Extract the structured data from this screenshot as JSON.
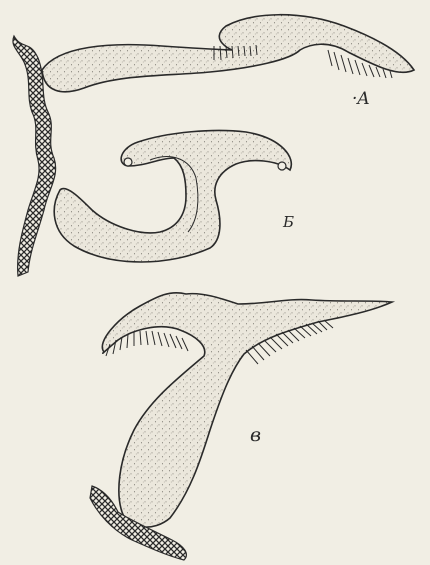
{
  "figure": {
    "labels": {
      "a": "·A",
      "b": "Б",
      "v": "в"
    },
    "colors": {
      "paper": "#f1eee4",
      "ink": "#2a2a2a",
      "shape_fill": "#ebe7dc",
      "stipple": "#6d6a63"
    },
    "panels": [
      "A",
      "Б",
      "в"
    ]
  }
}
